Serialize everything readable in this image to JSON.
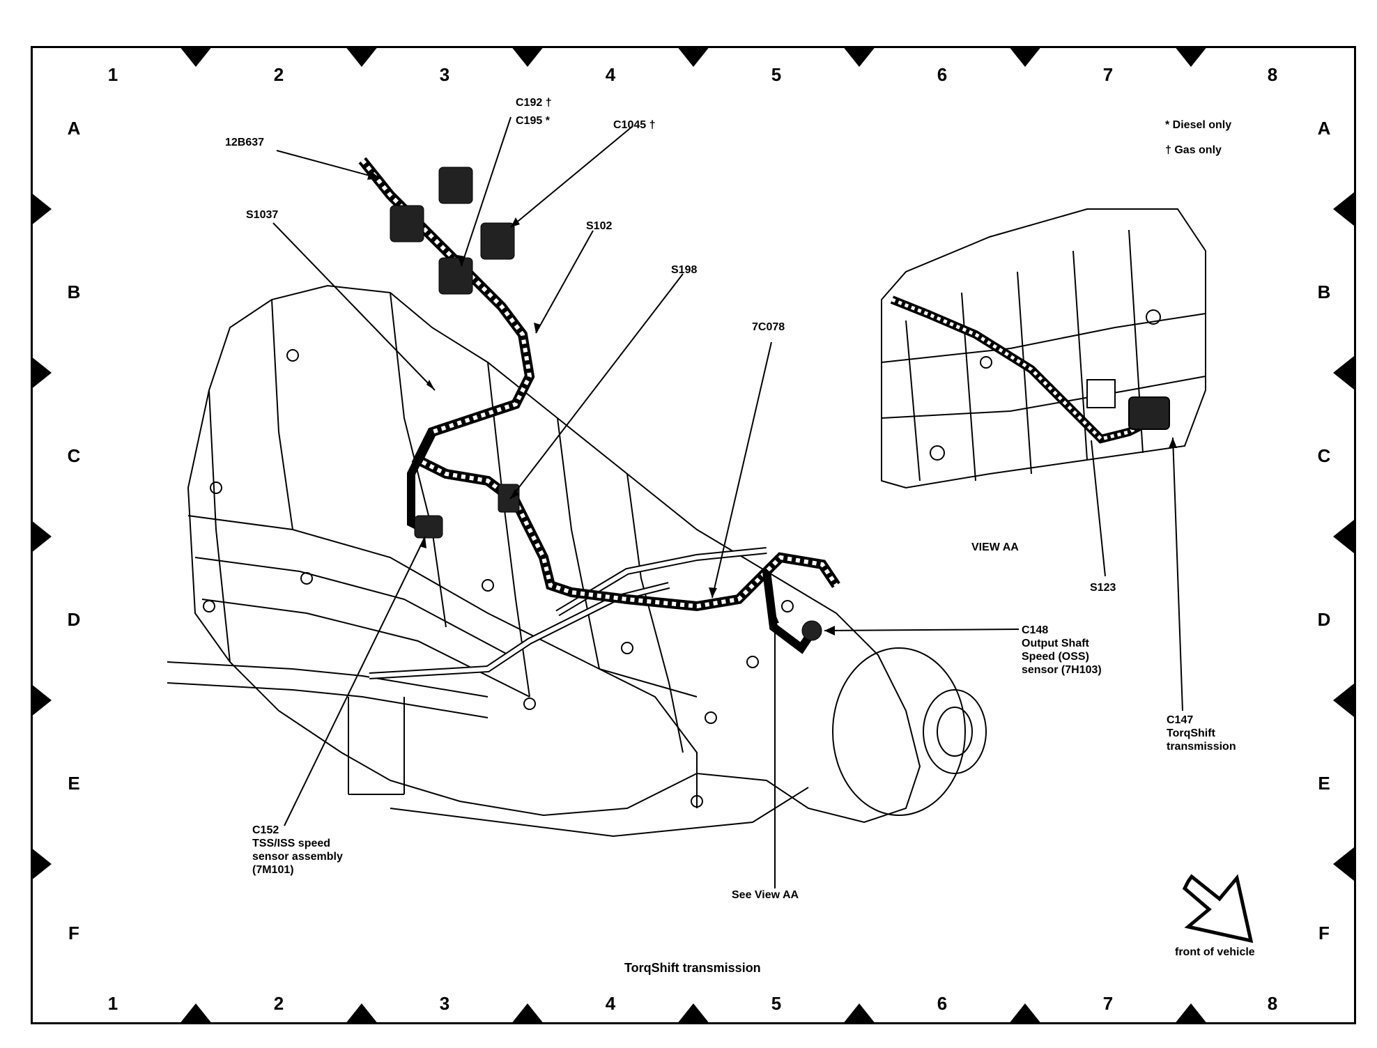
{
  "grid": {
    "columns": [
      "1",
      "2",
      "3",
      "4",
      "5",
      "6",
      "7",
      "8"
    ],
    "rows": [
      "A",
      "B",
      "C",
      "D",
      "E",
      "F"
    ]
  },
  "callouts": {
    "part_12b637": "12B637",
    "c192": "C192 †",
    "c195": "C195 *",
    "c1045": "C1045 †",
    "s1037": "S1037",
    "s102": "S102",
    "s198": "S198",
    "c7078": "7C078",
    "c148": "C148\nOutput Shaft\nSpeed (OSS)\nsensor (7H103)",
    "c152": "C152\nTSS/ISS speed\nsensor assembly\n(7M101)",
    "see_view": "See View AA",
    "view_aa": "VIEW AA",
    "s123": "S123",
    "c147": "C147\nTorqShift\ntransmission"
  },
  "legend": {
    "diesel": "* Diesel only",
    "gas": "† Gas only"
  },
  "caption": "TorqShift transmission",
  "front_label": "front of vehicle"
}
